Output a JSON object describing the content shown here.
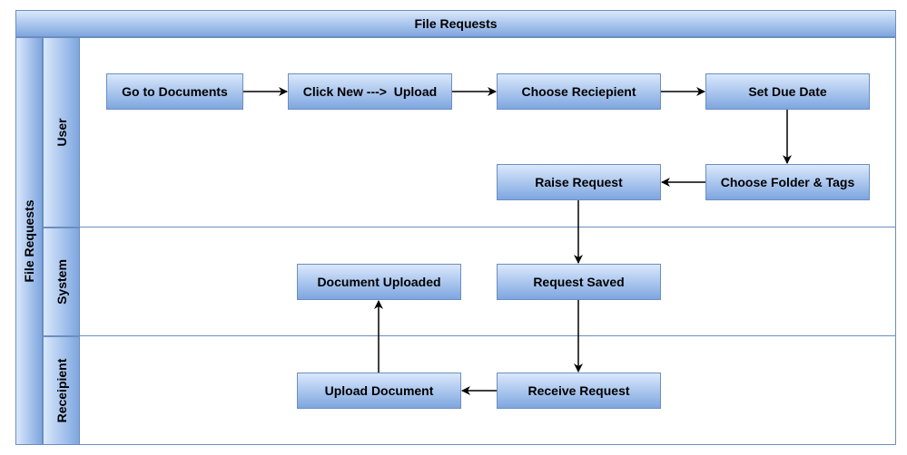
{
  "pool": {
    "title": "File Requests",
    "side_label": "File Requests"
  },
  "lanes": {
    "user": "User",
    "system": "System",
    "recipient": "Receipient"
  },
  "nodes": {
    "go_to_documents": "Go to Documents",
    "click_new_upload": "Click New --->  Upload",
    "choose_recipient": "Choose Reciepient",
    "set_due_date": "Set Due Date",
    "choose_folder_tags": "Choose Folder & Tags",
    "raise_request": "Raise Request",
    "request_saved": "Request Saved",
    "document_uploaded": "Document Uploaded",
    "receive_request": "Receive Request",
    "upload_document": "Upload Document"
  },
  "colors": {
    "stroke": "#6c8ebf",
    "fill_light": "#dae8fc",
    "fill_dark": "#7ea6e0",
    "arrow": "#000000"
  }
}
